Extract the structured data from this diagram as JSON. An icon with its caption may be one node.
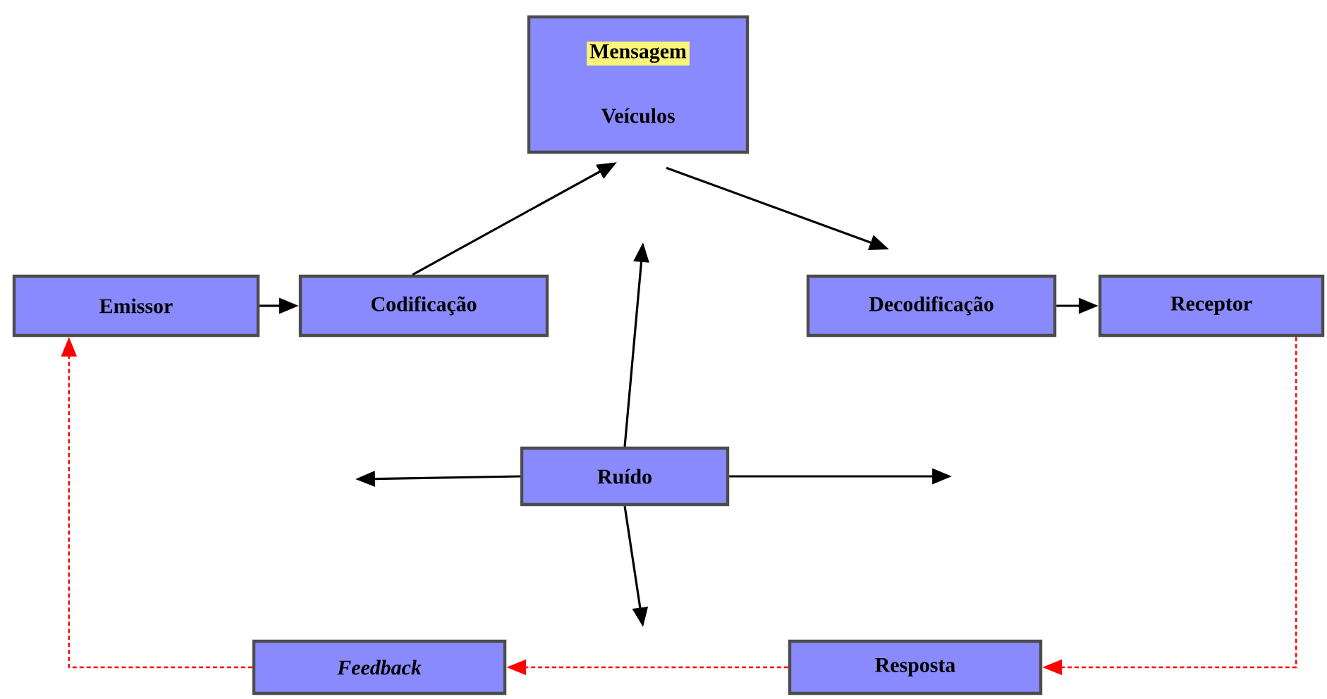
{
  "diagram": {
    "nodes": [
      {
        "text": [
          "Mensagem",
          "Veículos"
        ]
      },
      {
        "text": [
          "Emissor"
        ]
      },
      {
        "text": [
          "Codificação"
        ]
      },
      {
        "text": [
          "Decodificação"
        ]
      },
      {
        "text": [
          "Receptor"
        ]
      },
      {
        "text": [
          "Ruído"
        ]
      },
      {
        "text": [
          "*Feedback*"
        ]
      },
      {
        "text": [
          "Resposta"
        ]
      }
    ],
    "edges": [
      {
        "from": 1,
        "to": 2,
        "arrow": "to"
      },
      {
        "from": 2,
        "to": 0,
        "arrow": "to"
      },
      {
        "from": 0,
        "to": 3,
        "arrow": "to"
      },
      {
        "from": 3,
        "to": 4,
        "arrow": "to"
      },
      {
        "from": 5,
        "to": null,
        "arrow": "to"
      },
      {
        "from": 5,
        "to": null,
        "arrow": "to"
      },
      {
        "from": 5,
        "to": null,
        "arrow": "to"
      },
      {
        "from": 5,
        "to": null,
        "arrow": "to"
      },
      {
        "from": 4,
        "to": 7,
        "arrow": "to",
        "style": "dashed",
        "color": "#ff0000"
      },
      {
        "from": 7,
        "to": 6,
        "arrow": "to",
        "style": "dashed",
        "color": "#ff0000"
      },
      {
        "from": 6,
        "to": 1,
        "arrow": "to",
        "style": "dashed",
        "color": "#ff0000"
      }
    ]
  }
}
